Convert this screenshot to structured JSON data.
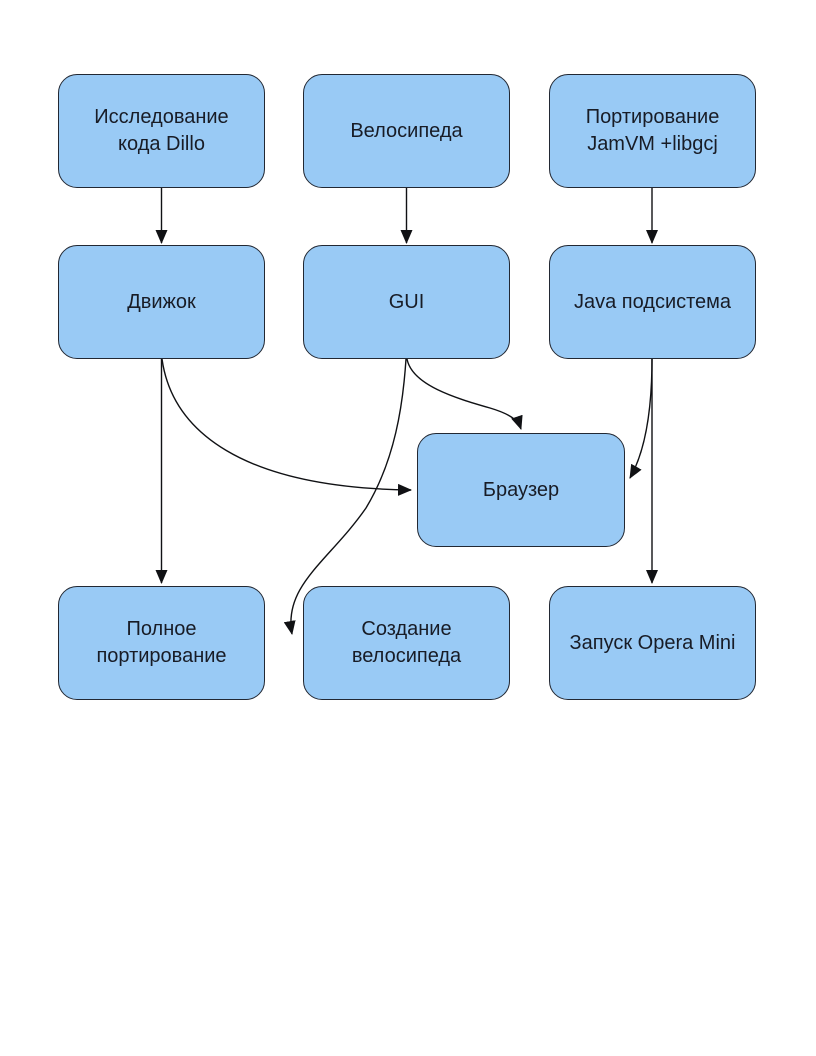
{
  "diagram": {
    "title": "porting-plan-flowchart",
    "colors": {
      "page_background": "#ffffff",
      "node_fill": "#99caf5",
      "node_border": "#222833",
      "edge": "#101114",
      "text": "#181c26"
    },
    "nodes": [
      {
        "id": "research-dillo",
        "label": "Исследование\nкода Dillo"
      },
      {
        "id": "bicycle",
        "label": "Велосипеда"
      },
      {
        "id": "porting-jamvm",
        "label": "Портирование\nJamVM +libgcj"
      },
      {
        "id": "engine",
        "label": "Движок"
      },
      {
        "id": "gui",
        "label": "GUI"
      },
      {
        "id": "java-subsystem",
        "label": "Java подсистема"
      },
      {
        "id": "browser",
        "label": "Браузер"
      },
      {
        "id": "full-porting",
        "label": "Полное\nпортирование"
      },
      {
        "id": "bicycle-creation",
        "label": "Создание\nвелосипеда"
      },
      {
        "id": "opera-mini-launch",
        "label": "Запуск Opera Mini"
      }
    ],
    "edges": [
      {
        "from": "research-dillo",
        "to": "engine"
      },
      {
        "from": "bicycle",
        "to": "gui"
      },
      {
        "from": "porting-jamvm",
        "to": "java-subsystem"
      },
      {
        "from": "engine",
        "to": "full-porting"
      },
      {
        "from": "engine",
        "to": "browser"
      },
      {
        "from": "gui",
        "to": "browser"
      },
      {
        "from": "gui",
        "to": "bicycle-creation"
      },
      {
        "from": "java-subsystem",
        "to": "browser"
      },
      {
        "from": "java-subsystem",
        "to": "opera-mini-launch"
      }
    ]
  }
}
